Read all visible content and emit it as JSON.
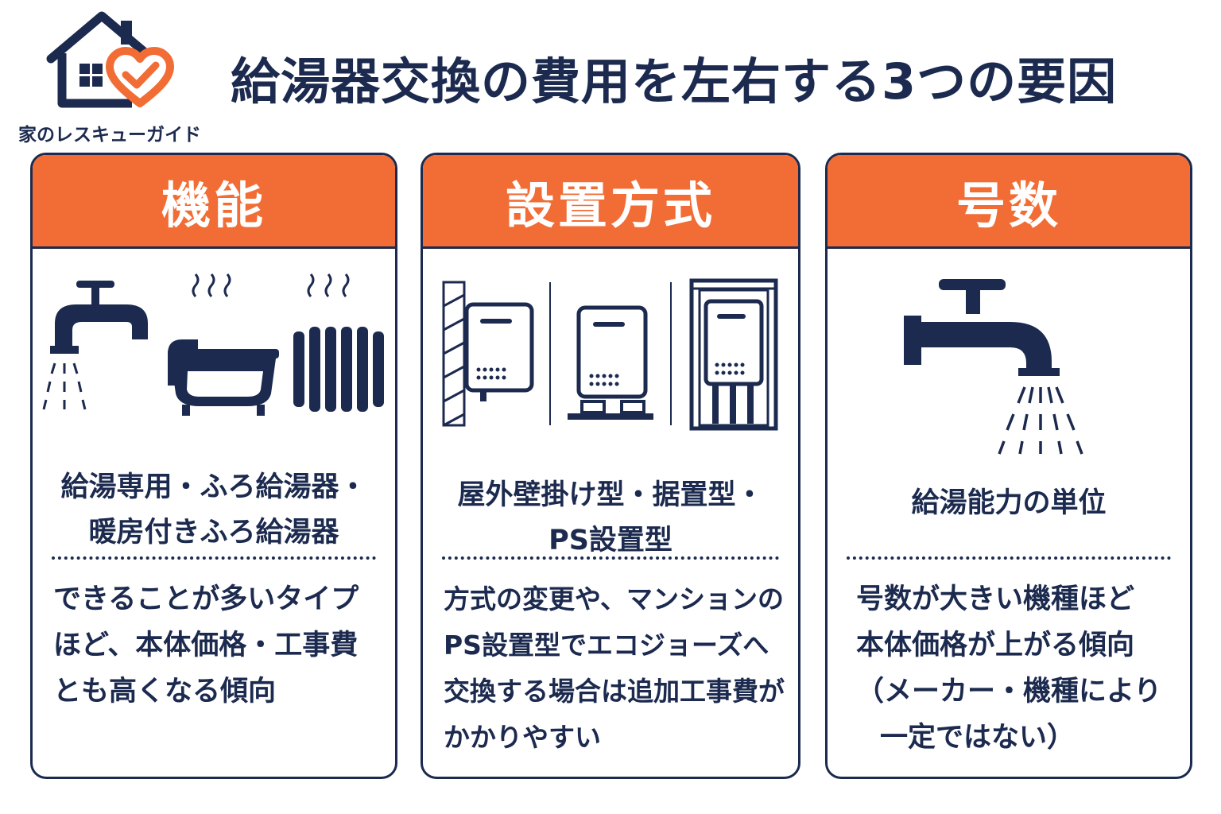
{
  "brand": {
    "name": "家のレスキューガイド",
    "colors": {
      "navy": "#1b2a4e",
      "orange": "#f26d35"
    }
  },
  "title": "給湯器交換の費用を左右する3つの要因",
  "cards": [
    {
      "title": "機能",
      "icons": [
        "faucet-icon",
        "bathtub-icon",
        "radiator-icon"
      ],
      "types": [
        "給湯専用・ふろ給湯器・",
        "暖房付きふろ給湯器"
      ],
      "description": [
        "できることが多いタイプ",
        "ほど、本体価格・工事費",
        "とも高くなる傾向"
      ]
    },
    {
      "title": "設置方式",
      "icons": [
        "wall-mounted-heater-icon",
        "floor-standing-heater-icon",
        "ps-installed-heater-icon"
      ],
      "types": [
        "屋外壁掛け型・据置型・",
        "PS設置型"
      ],
      "description": [
        "方式の変更や、マンションの",
        "PS設置型でエコジョーズへ",
        "交換する場合は追加工事費が",
        "かかりやすい"
      ]
    },
    {
      "title": "号数",
      "icons": [
        "faucet-flow-icon"
      ],
      "types": [
        "給湯能力の単位"
      ],
      "description": [
        "号数が大きい機種ほど",
        "本体価格が上がる傾向",
        "（メーカー・機種により",
        "一定ではない）"
      ]
    }
  ]
}
